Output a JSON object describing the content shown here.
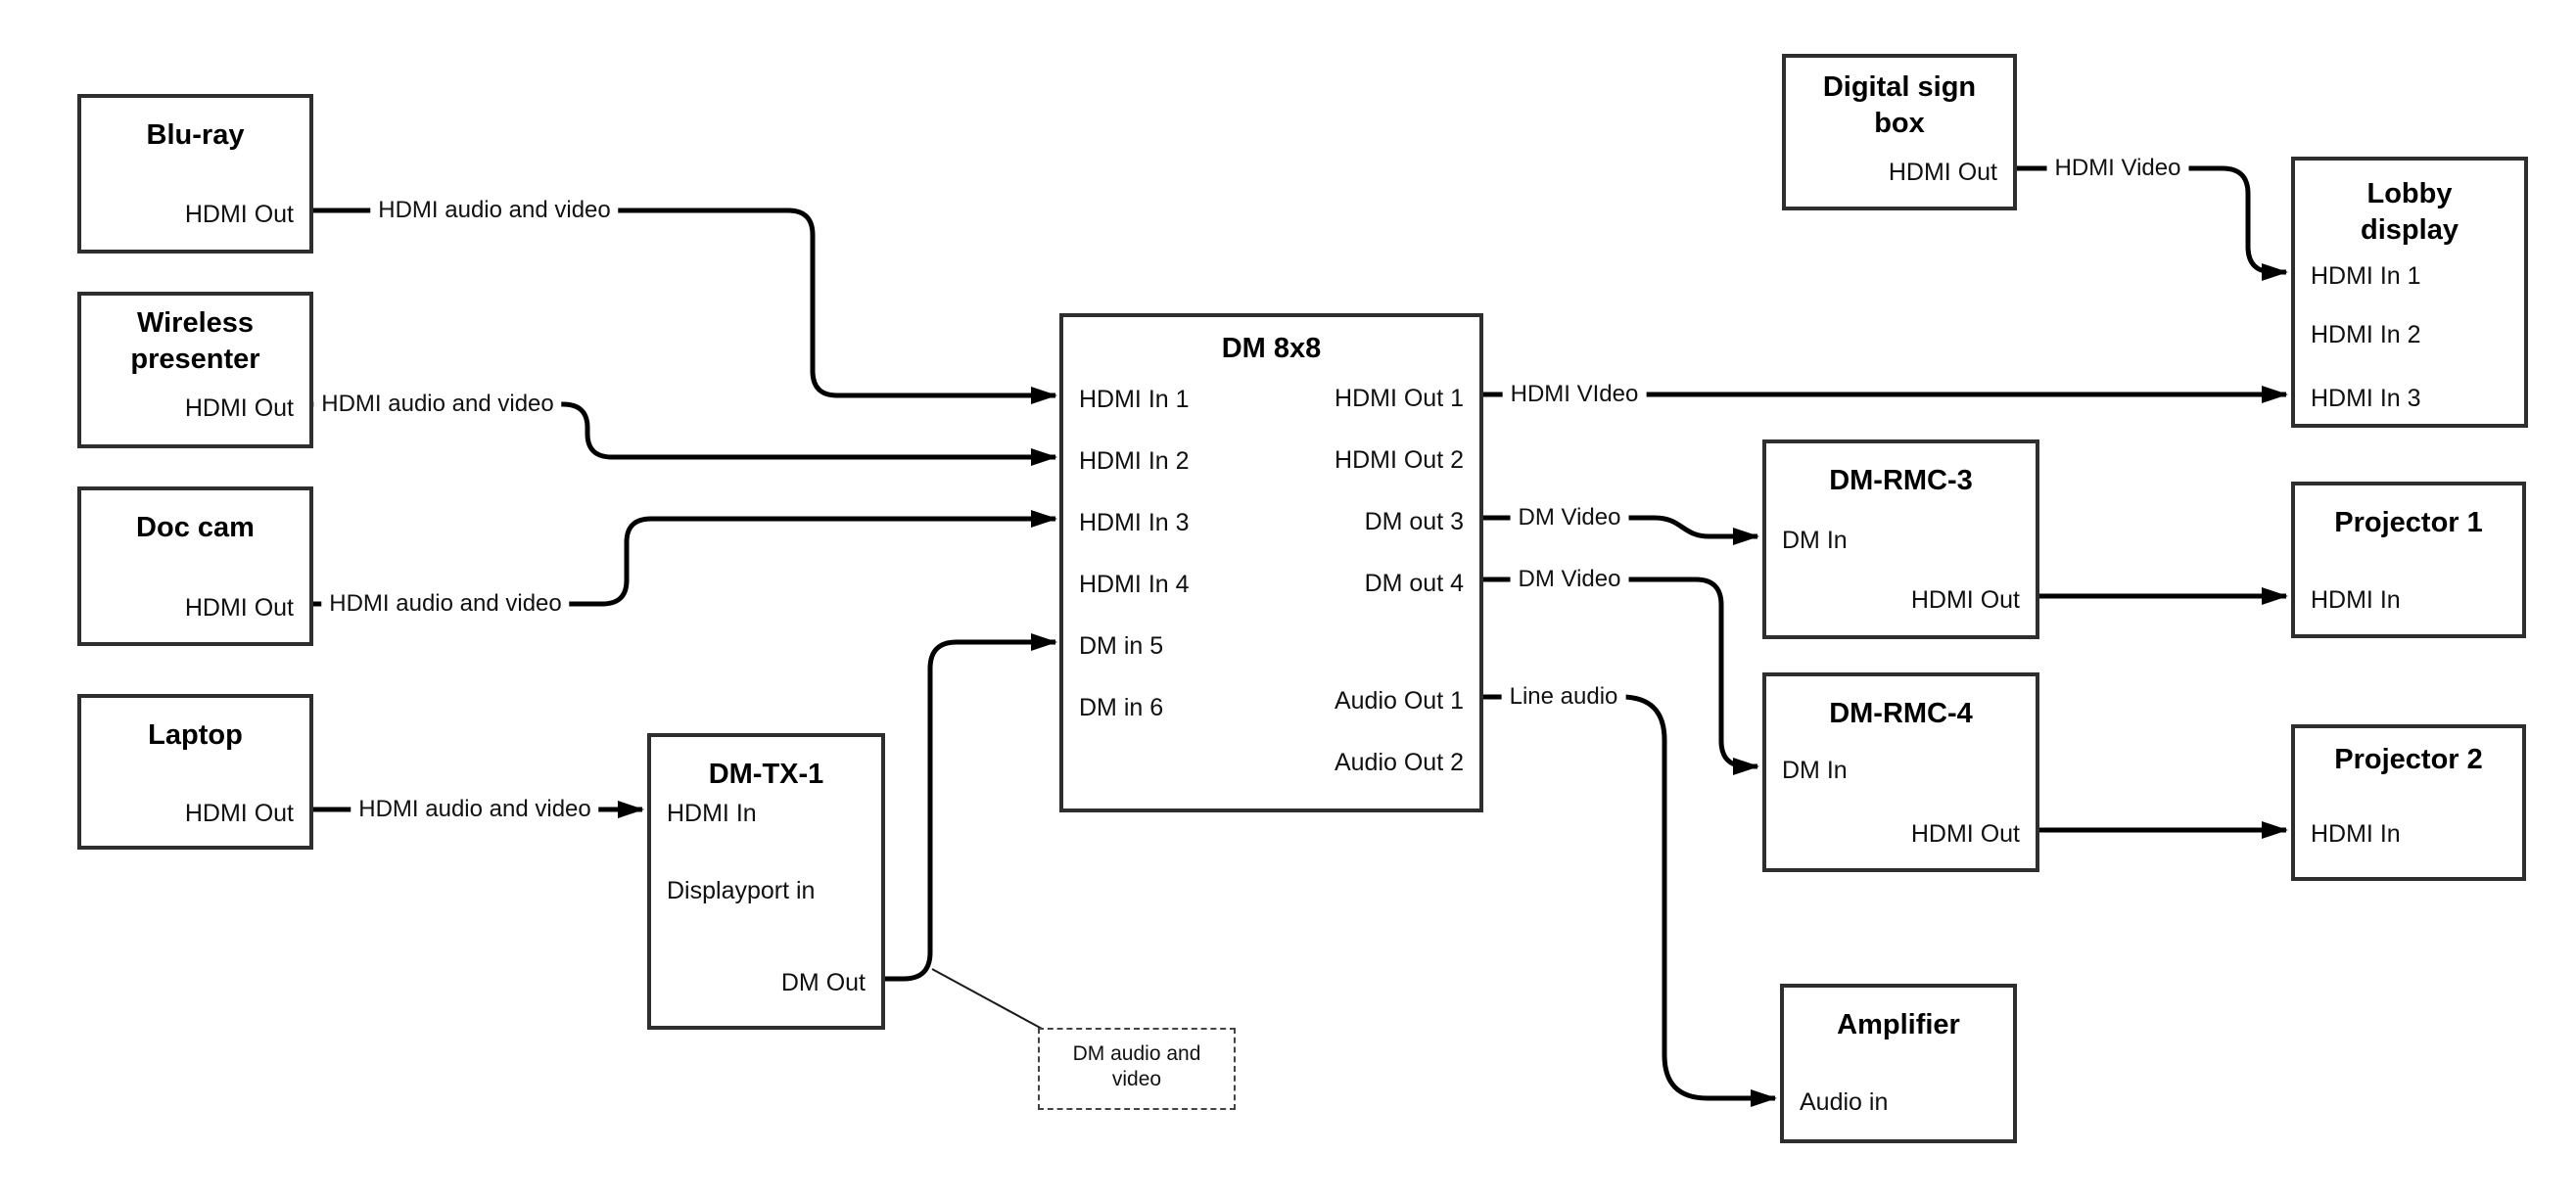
{
  "diagram": {
    "type": "av-signal-flow",
    "nodes": [
      {
        "id": "blu-ray",
        "title": "Blu-ray",
        "ports": [
          {
            "label": "HDMI Out",
            "side": "right"
          }
        ]
      },
      {
        "id": "wireless-presenter",
        "title": "Wireless presenter",
        "ports": [
          {
            "label": "HDMI Out",
            "side": "right"
          }
        ]
      },
      {
        "id": "doc-cam",
        "title": "Doc cam",
        "ports": [
          {
            "label": "HDMI Out",
            "side": "right"
          }
        ]
      },
      {
        "id": "laptop",
        "title": "Laptop",
        "ports": [
          {
            "label": "HDMI Out",
            "side": "right"
          }
        ]
      },
      {
        "id": "dm-tx-1",
        "title": "DM-TX-1",
        "ports": [
          {
            "label": "HDMI In",
            "side": "left"
          },
          {
            "label": "Displayport in",
            "side": "left"
          },
          {
            "label": "DM Out",
            "side": "right"
          }
        ]
      },
      {
        "id": "dm-8x8",
        "title": "DM 8x8",
        "ports": [
          {
            "label": "HDMI In 1",
            "side": "left"
          },
          {
            "label": "HDMI In 2",
            "side": "left"
          },
          {
            "label": "HDMI In 3",
            "side": "left"
          },
          {
            "label": "HDMI In 4",
            "side": "left"
          },
          {
            "label": "DM in 5",
            "side": "left"
          },
          {
            "label": "DM in 6",
            "side": "left"
          },
          {
            "label": "HDMI Out 1",
            "side": "right"
          },
          {
            "label": "HDMI Out 2",
            "side": "right"
          },
          {
            "label": "DM out 3",
            "side": "right"
          },
          {
            "label": "DM out 4",
            "side": "right"
          },
          {
            "label": "Audio Out 1",
            "side": "right"
          },
          {
            "label": "Audio Out 2",
            "side": "right"
          }
        ]
      },
      {
        "id": "digital-sign-box",
        "title": "Digital sign box",
        "ports": [
          {
            "label": "HDMI Out",
            "side": "right"
          }
        ]
      },
      {
        "id": "lobby-display",
        "title": "Lobby display",
        "ports": [
          {
            "label": "HDMI In 1",
            "side": "left"
          },
          {
            "label": "HDMI In 2",
            "side": "left"
          },
          {
            "label": "HDMI In 3",
            "side": "left"
          }
        ]
      },
      {
        "id": "dm-rmc-3",
        "title": "DM-RMC-3",
        "ports": [
          {
            "label": "DM In",
            "side": "left"
          },
          {
            "label": "HDMI Out",
            "side": "right"
          }
        ]
      },
      {
        "id": "projector-1",
        "title": "Projector 1",
        "ports": [
          {
            "label": "HDMI In",
            "side": "left"
          }
        ]
      },
      {
        "id": "dm-rmc-4",
        "title": "DM-RMC-4",
        "ports": [
          {
            "label": "DM In",
            "side": "left"
          },
          {
            "label": "HDMI Out",
            "side": "right"
          }
        ]
      },
      {
        "id": "projector-2",
        "title": "Projector 2",
        "ports": [
          {
            "label": "HDMI In",
            "side": "left"
          }
        ]
      },
      {
        "id": "amplifier",
        "title": "Amplifier",
        "ports": [
          {
            "label": "Audio in",
            "side": "left"
          }
        ]
      }
    ],
    "connections": [
      {
        "from": "Blu-ray HDMI Out",
        "to": "DM 8x8 HDMI In 1",
        "label": "HDMI audio and video"
      },
      {
        "from": "Wireless presenter HDMI Out",
        "to": "DM 8x8 HDMI In 2",
        "label": "HDMI audio and video"
      },
      {
        "from": "Doc cam HDMI Out",
        "to": "DM 8x8 HDMI In 3",
        "label": "HDMI audio and video"
      },
      {
        "from": "Laptop HDMI Out",
        "to": "DM-TX-1 HDMI In",
        "label": "HDMI audio and video"
      },
      {
        "from": "DM-TX-1 DM Out",
        "to": "DM 8x8 DM in 5",
        "label": ""
      },
      {
        "from": "DM 8x8 HDMI Out 1",
        "to": "Lobby display HDMI In 3",
        "label": "HDMI VIdeo"
      },
      {
        "from": "Digital sign box HDMI Out",
        "to": "Lobby display HDMI In 1",
        "label": "HDMI Video"
      },
      {
        "from": "DM 8x8 DM out 3",
        "to": "DM-RMC-3 DM In",
        "label": "DM Video"
      },
      {
        "from": "DM 8x8 DM out 4",
        "to": "DM-RMC-4 DM In",
        "label": "DM Video"
      },
      {
        "from": "DM 8x8 Audio Out 1",
        "to": "Amplifier Audio in",
        "label": "Line audio"
      },
      {
        "from": "DM-RMC-3 HDMI Out",
        "to": "Projector 1 HDMI In",
        "label": ""
      },
      {
        "from": "DM-RMC-4 HDMI Out",
        "to": "Projector 2 HDMI In",
        "label": ""
      }
    ],
    "note": {
      "text": "DM audio and video"
    }
  }
}
